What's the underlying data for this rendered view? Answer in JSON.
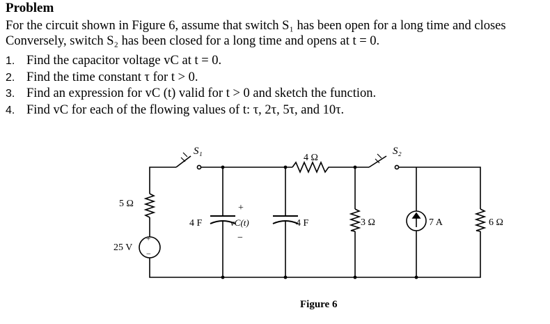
{
  "problem": {
    "heading": "Problem",
    "intro_line1": "For the circuit shown in Figure 6, assume that switch S₁ has been open for a long time and closes",
    "intro_line2": "Conversely, switch S₂ has been closed for a long time and opens at t = 0.",
    "questions": [
      {
        "num": "1.",
        "text": "Find the capacitor voltage vC at t = 0."
      },
      {
        "num": "2.",
        "text": "Find the time constant τ for t > 0."
      },
      {
        "num": "3.",
        "text": "Find an expression for vC (t) valid for t > 0 and sketch the function."
      },
      {
        "num": "4.",
        "text": "Find vC for each of the flowing values of t: τ, 2τ, 5τ, and 10τ."
      }
    ]
  },
  "figure": {
    "caption": "Figure 6",
    "labels": {
      "s1": "S₁",
      "s2": "S₂",
      "r_top": "4 Ω",
      "r_left": "5 Ω",
      "v_src": "25 V",
      "c1": "4 F",
      "vc_plus": "+",
      "vc": "vC(t)",
      "vc_minus": "−",
      "c2": "4 F",
      "r3": "3 Ω",
      "i_src": "7 A",
      "r6": "6 Ω",
      "src_plus": "+",
      "src_minus": "−"
    }
  }
}
